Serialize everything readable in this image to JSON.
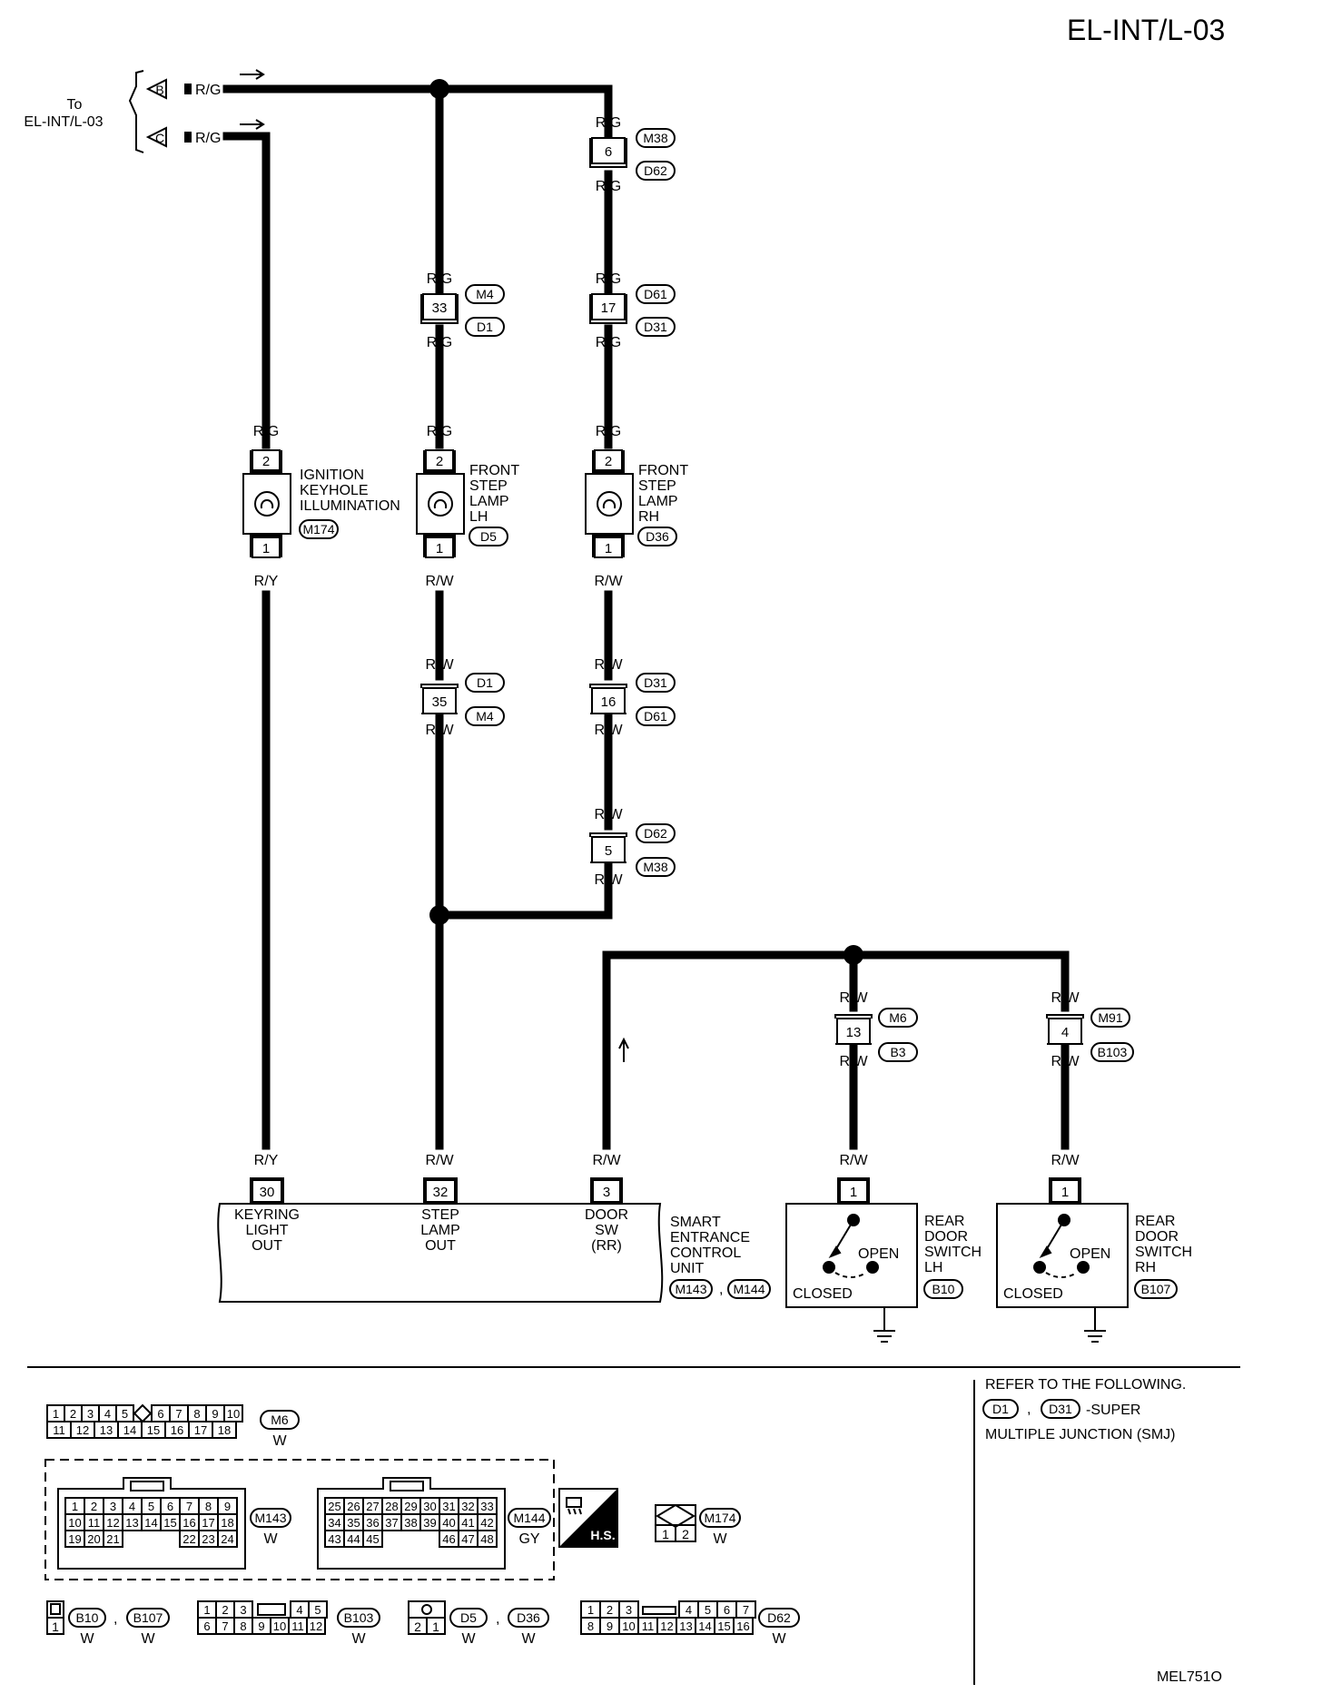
{
  "header": {
    "code": "EL-INT/L-03",
    "figure_id": "MEL751O"
  },
  "to_ref": {
    "line1": "To",
    "line2": "EL-INT/L-03",
    "B": "B",
    "C": "C"
  },
  "wire": {
    "rg": "R/G",
    "rw": "R/W",
    "ry": "R/Y"
  },
  "connectors": {
    "m38": "M38",
    "d62": "D62",
    "m4": "M4",
    "d1": "D1",
    "d61": "D61",
    "d31": "D31",
    "m174": "M174",
    "d5": "D5",
    "d36": "D36",
    "m6": "M6",
    "b3": "B3",
    "m91": "M91",
    "b103": "B103",
    "b10": "B10",
    "b107": "B107",
    "m143": "M143",
    "m144": "M144"
  },
  "pins": {
    "p6": "6",
    "p33": "33",
    "p17": "17",
    "p2": "2",
    "p1": "1",
    "p35": "35",
    "p16": "16",
    "p5": "5",
    "p13": "13",
    "p4": "4",
    "p30": "30",
    "p32": "32",
    "p3": "3"
  },
  "components": {
    "ignition": [
      "IGNITION",
      "KEYHOLE",
      "ILLUMINATION"
    ],
    "front_lh": [
      "FRONT",
      "STEP",
      "LAMP",
      "LH"
    ],
    "front_rh": [
      "FRONT",
      "STEP",
      "LAMP",
      "RH"
    ],
    "smart": [
      "SMART",
      "ENTRANCE",
      "CONTROL",
      "UNIT"
    ],
    "rear_lh": [
      "REAR",
      "DOOR",
      "SWITCH",
      "LH"
    ],
    "rear_rh": [
      "REAR",
      "DOOR",
      "SWITCH",
      "RH"
    ],
    "keyring": [
      "KEYRING",
      "LIGHT",
      "OUT"
    ],
    "step": [
      "STEP",
      "LAMP",
      "OUT"
    ],
    "door": [
      "DOOR",
      "SW",
      "(RR)"
    ],
    "open": "OPEN",
    "closed": "CLOSED"
  },
  "refer": {
    "line1": "REFER TO THE FOLLOWING.",
    "dash": "-SUPER",
    "line3": "MULTIPLE JUNCTION (SMJ)"
  },
  "legend": {
    "m6_row1": [
      "1",
      "2",
      "3",
      "4",
      "5",
      "6",
      "7",
      "8",
      "9",
      "10"
    ],
    "m6_row2": [
      "11",
      "12",
      "13",
      "14",
      "15",
      "16",
      "17",
      "18"
    ],
    "m143_rows": [
      [
        "1",
        "2",
        "3",
        "4",
        "5",
        "6",
        "7",
        "8",
        "9"
      ],
      [
        "10",
        "11",
        "12",
        "13",
        "14",
        "15",
        "16",
        "17",
        "18"
      ],
      [
        "19",
        "20",
        "21",
        "22",
        "23",
        "24"
      ]
    ],
    "m144_rows": [
      [
        "25",
        "26",
        "27",
        "28",
        "29",
        "30",
        "31",
        "32",
        "33"
      ],
      [
        "34",
        "35",
        "36",
        "37",
        "38",
        "39",
        "40",
        "41",
        "42"
      ],
      [
        "43",
        "44",
        "45",
        "46",
        "47",
        "48"
      ]
    ],
    "m174_pins": [
      "1",
      "2"
    ],
    "b103_row1": [
      "1",
      "2",
      "3",
      "4",
      "5"
    ],
    "b103_row2": [
      "6",
      "7",
      "8",
      "9",
      "10",
      "11",
      "12"
    ],
    "d5_pins": [
      "2",
      "1"
    ],
    "d62_row1": [
      "1",
      "2",
      "3",
      "4",
      "5",
      "6",
      "7"
    ],
    "d62_row2": [
      "8",
      "9",
      "10",
      "11",
      "12",
      "13",
      "14",
      "15",
      "16"
    ],
    "color_w": "W",
    "color_gy": "GY",
    "hs": "H.S.",
    "comma": ","
  }
}
